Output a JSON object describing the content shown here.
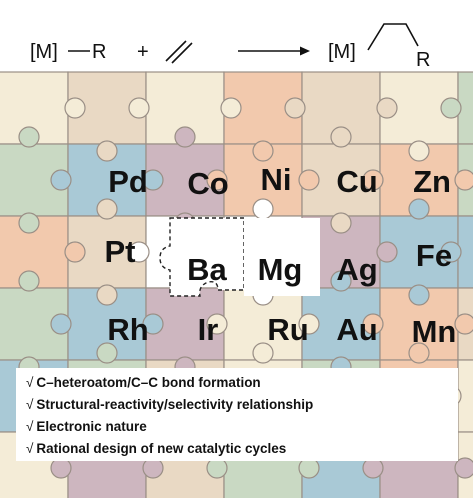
{
  "reaction": {
    "reactant_metal": "[M]",
    "reactant_group": "R",
    "plus": "+",
    "product_metal": "[M]",
    "product_group": "R"
  },
  "puzzle": {
    "colors": {
      "peach": "#f2c9ad",
      "blue": "#a9c9d6",
      "mauve": "#cdb6bf",
      "cream": "#f4ecd7",
      "sage": "#c9d9c3",
      "tan": "#e9d9c4",
      "white": "#ffffff",
      "border": "#9a8f86"
    },
    "metals": [
      "Pd",
      "Co",
      "Ni",
      "Cu",
      "Zn",
      "Pt",
      "Ba",
      "Mg",
      "Ag",
      "Fe",
      "Rh",
      "Ir",
      "Ru",
      "Au",
      "Mn"
    ]
  },
  "benefits": {
    "check": "√",
    "items": [
      "C–heteroatom/C–C bond formation",
      "Structural-reactivity/selectivity relationship",
      "Electronic nature",
      "Rational design of new catalytic cycles"
    ]
  }
}
